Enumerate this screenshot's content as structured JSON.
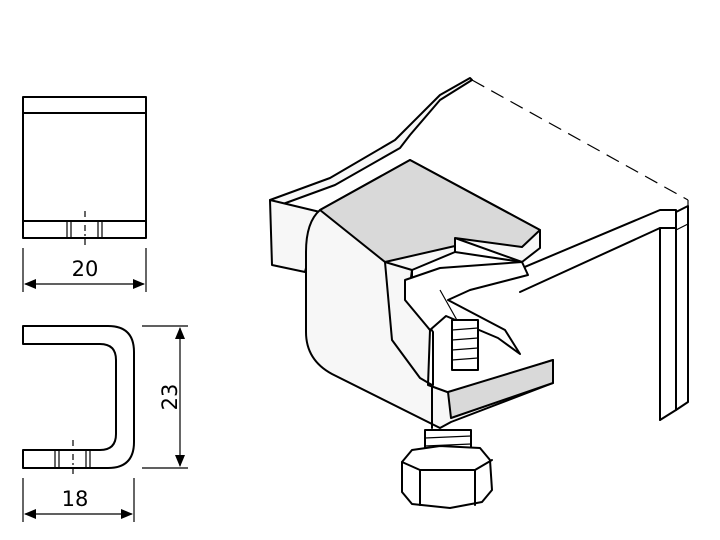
{
  "drawing": {
    "front_view": {
      "width_label": "20"
    },
    "side_view": {
      "width_label": "18",
      "height_label": "23"
    }
  },
  "colors": {
    "line": "#000000",
    "highlight_face": "#d9d9d9",
    "background": "#ffffff"
  }
}
